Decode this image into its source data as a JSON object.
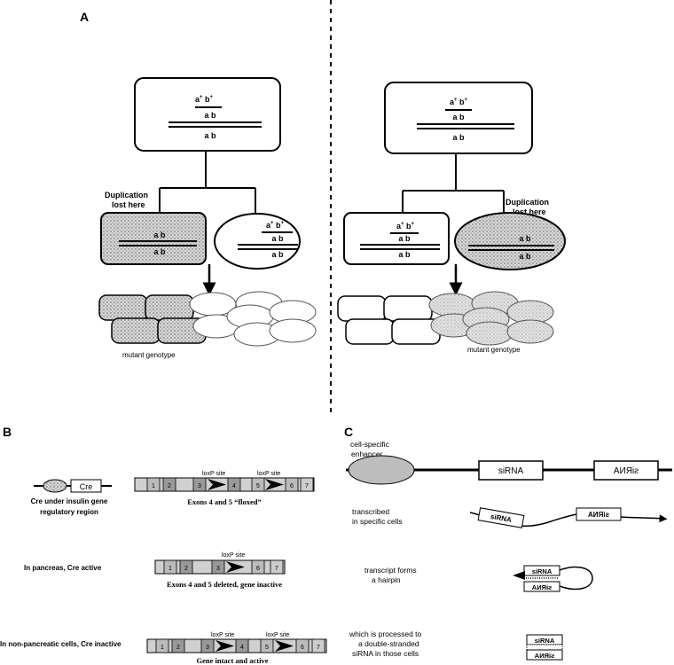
{
  "panels": {
    "a": "A",
    "b": "B",
    "c": "C"
  },
  "panel_a": {
    "genotype": {
      "wt_a": "a",
      "wt_b": "b",
      "sup": "+",
      "line2": "a  b",
      "line3": "a  b"
    },
    "lost_label_1": "Duplication",
    "lost_label_2": "lost here",
    "caption": "mutant genotype"
  },
  "panel_b": {
    "cre_label": "Cre",
    "cre_caption_1": "Cre under insulin gene",
    "cre_caption_2": "regulatory region",
    "loxp": "loxP site",
    "exons_floxed": "Exons 4 and 5 “floxed”",
    "pancreas_label": "In pancreas, Cre active",
    "deleted_caption": "Exons 4 and 5 deleted, gene inactive",
    "nonpanc_label": "In non-pancreatic cells, Cre inactive",
    "intact_caption": "Gene intact and active",
    "exon_numbers": [
      "1",
      "2",
      "3",
      "4",
      "5",
      "6",
      "7"
    ],
    "deleted_exon_numbers": [
      "1",
      "2",
      "3",
      "6",
      "7"
    ]
  },
  "panel_c": {
    "enhancer_1": "cell-specific",
    "enhancer_2": "enhancer",
    "sirna": "siRNA",
    "sirna_mirror": "siRNA",
    "step1_1": "transcribed",
    "step1_2": "in specific cells",
    "step2_1": "transcript forms",
    "step2_2": "a hairpin",
    "step3_1": "which is processed to",
    "step3_2": "a double-stranded",
    "step3_3": "siRNA in those cells"
  }
}
